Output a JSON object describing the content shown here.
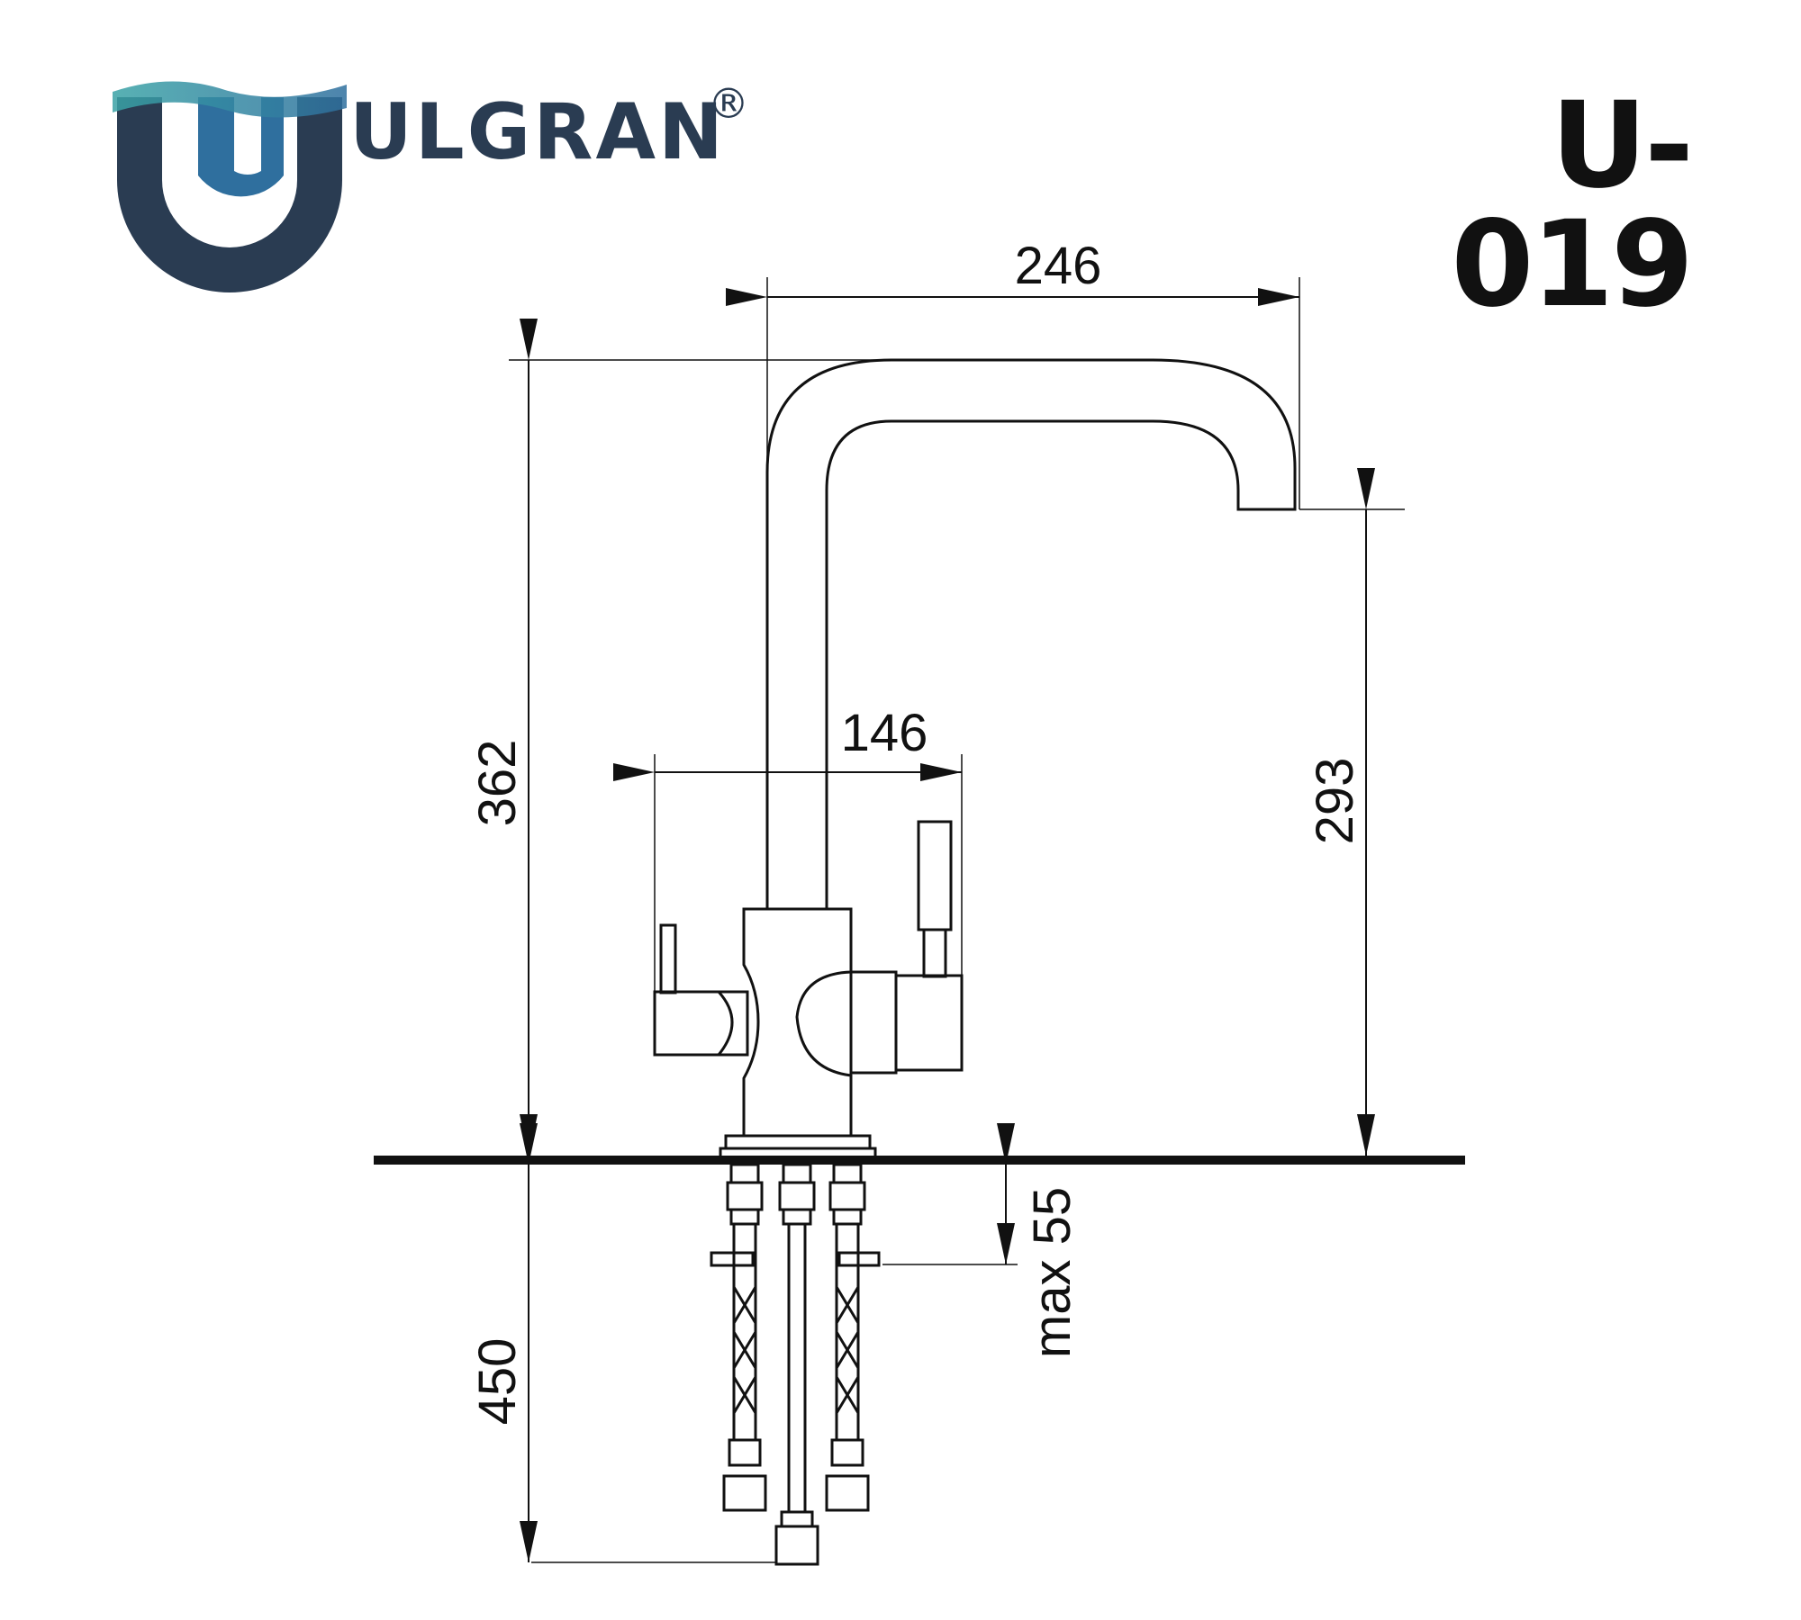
{
  "brand": {
    "name": "ULGRAN",
    "registered_mark": "®",
    "colors": {
      "navy": "#2a3c52",
      "teal": "#3aa3a6",
      "blue": "#2f6f9e"
    }
  },
  "model": "U-019",
  "dimensions": {
    "spout_reach": "246",
    "handle_span": "146",
    "total_height": "362",
    "spout_height": "293",
    "hose_length": "450",
    "mounting_depth": "max 55"
  }
}
